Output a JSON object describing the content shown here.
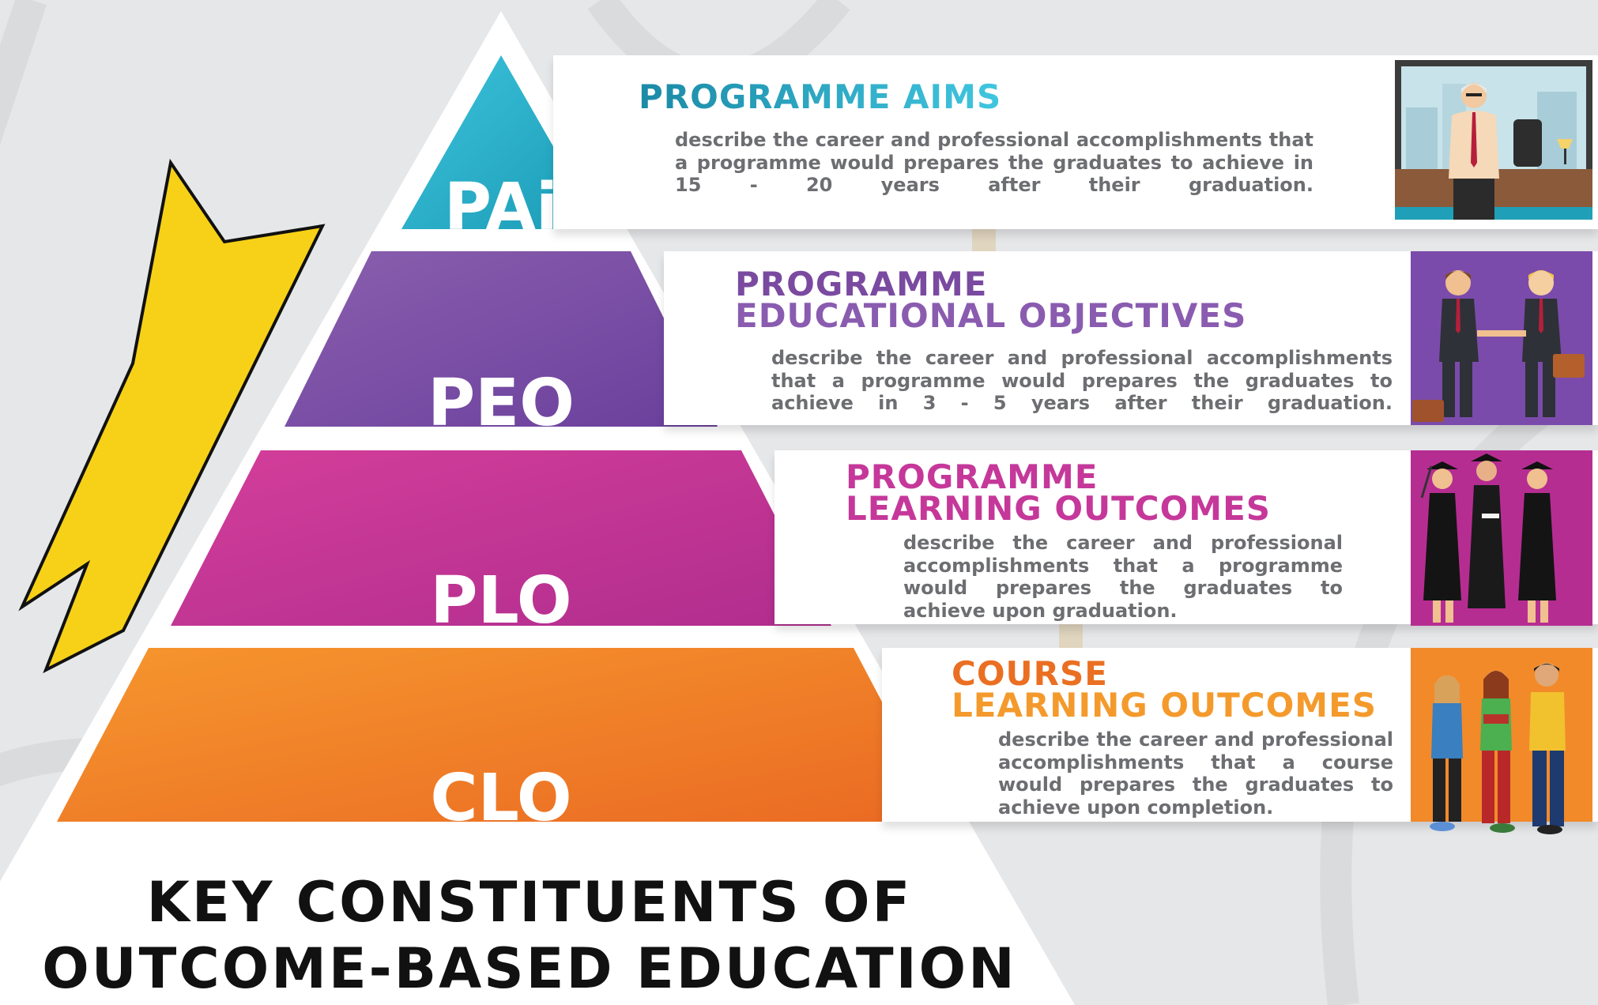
{
  "title": {
    "line1": "KEY CONSTITUENTS OF",
    "line2": "OUTCOME-BASED EDUCATION"
  },
  "tiers": [
    {
      "label": "PAi",
      "color_start": "#3ec3dc",
      "color_end": "#1a9bb6",
      "heading_line1": "PROGRAMME AIMS",
      "heading_line2": "",
      "title_color": "#2aa2bb",
      "description": "describe the career and professional accomplishments that a programme would prepares the graduates to achieve in 15 - 20 years after their graduation.",
      "illustration": "office-manager-illustration"
    },
    {
      "label": "PEO",
      "color_start": "#8a5fae",
      "color_end": "#6a3f9c",
      "heading_line1": "PROGRAMME",
      "heading_line2": "EDUCATIONAL OBJECTIVES",
      "title_color": "#7a4aa0",
      "description": "describe the career and professional accomplishments that a programme would prepares the graduates to achieve in 3 - 5 years after their graduation.",
      "illustration": "handshake-illustration"
    },
    {
      "label": "PLO",
      "color_start": "#d43e9a",
      "color_end": "#b02d8e",
      "heading_line1": "PROGRAMME",
      "heading_line2": "LEARNING OUTCOMES",
      "title_color": "#c5389a",
      "description": "describe the career and professional accomplishments that a programme would prepares the graduates to achieve upon graduation.",
      "illustration": "graduates-illustration"
    },
    {
      "label": "CLO",
      "color_start": "#f6962e",
      "color_end": "#ea6a23",
      "heading_line1": "COURSE",
      "heading_line2": "LEARNING OUTCOMES",
      "title_color": "#f07c22",
      "description": "describe the career and professional accomplishments that a course would prepares the graduates to achieve upon completion.",
      "illustration": "students-illustration"
    }
  ],
  "arrow": {
    "color": "#f7d117",
    "direction": "down-left"
  }
}
